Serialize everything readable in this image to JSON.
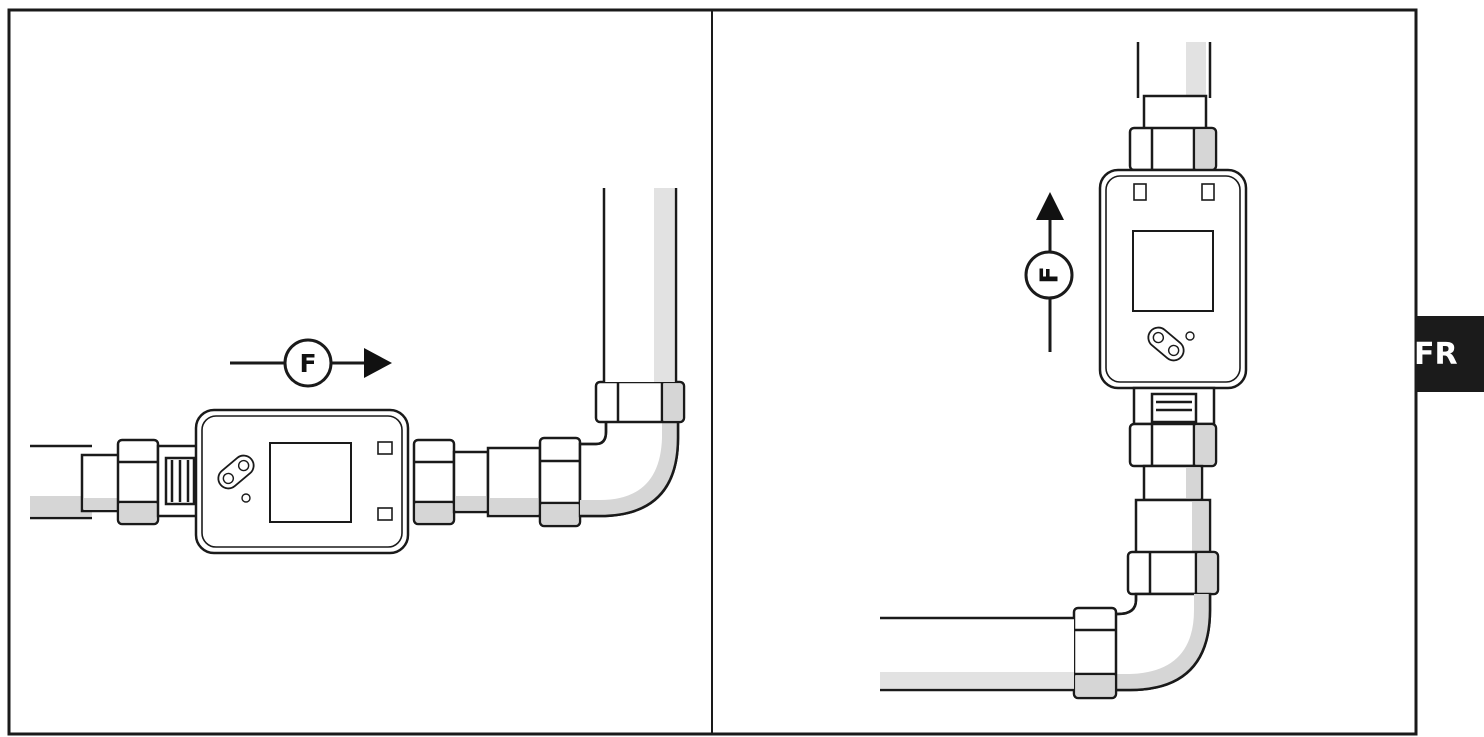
{
  "panels": [
    {
      "id": "horizontal",
      "flow_label": "F",
      "flow_direction": "right"
    },
    {
      "id": "vertical",
      "flow_label": "F",
      "flow_direction": "up"
    }
  ],
  "language_tab": {
    "label": "FR"
  },
  "colors": {
    "line": "#1a1a1a",
    "shade": "#cfcfcf",
    "tab_bg": "#1b1b1b",
    "tab_text": "#ffffff"
  }
}
